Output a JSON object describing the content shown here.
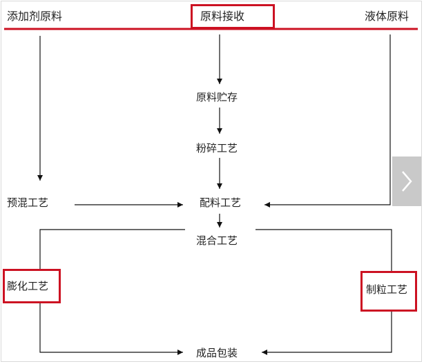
{
  "nodes": {
    "additive": "添加剂原料",
    "receive": "原料接收",
    "liquid": "液体原料",
    "storage": "原料贮存",
    "crush": "粉碎工艺",
    "premix": "预混工艺",
    "batching": "配料工艺",
    "mixing": "混合工艺",
    "extrude": "膨化工艺",
    "pellet": "制粒工艺",
    "pack": "成品包装"
  },
  "colors": {
    "highlight": "#cc1122",
    "arrow": "#111111",
    "nav_button": "#c9c9c9"
  },
  "nav": {
    "icon": "chevron-right-icon"
  }
}
